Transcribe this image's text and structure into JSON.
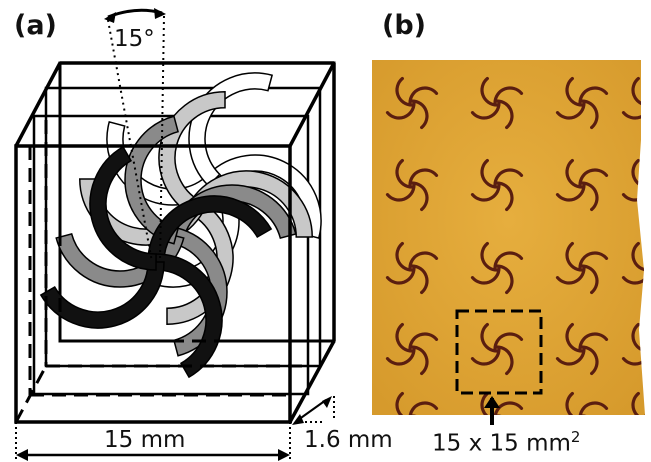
{
  "panels": {
    "a": {
      "label": "(a)",
      "angle_label": "15°",
      "width_label": "15 mm",
      "thickness_label": "1.6 mm"
    },
    "b": {
      "label": "(b)",
      "cell_label": "15 x 15 mm",
      "cell_label_sup": "2"
    }
  },
  "colors": {
    "ink": "#000000",
    "ring_front": "#111111",
    "ring_2": "#8a8a8a",
    "ring_3": "#c8c8c8",
    "ring_4": "#ffffff",
    "substrate": "#e0a838",
    "pattern": "#5a1e10"
  },
  "icons": {
    "rotation_arrow": "double-headed-curved-arrow",
    "pointer_arrow": "up-arrow"
  }
}
